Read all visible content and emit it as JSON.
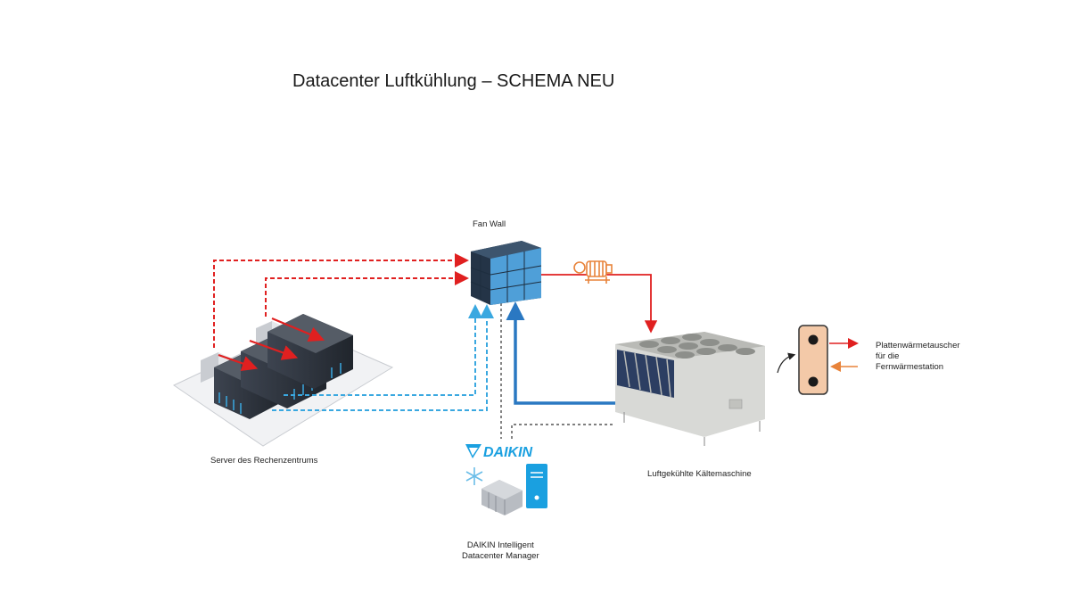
{
  "title": "Datacenter Luftkühlung – SCHEMA NEU",
  "labels": {
    "fan_wall": "Fan Wall",
    "servers": "Server des Rechenzentrums",
    "chiller": "Luftgekühlte Kältemaschine",
    "manager_line1": "DAIKIN Intelligent",
    "manager_line2": "Datacenter Manager",
    "hx_line1": "Plattenwärmetauscher",
    "hx_line2": "für die",
    "hx_line3": "Fernwärmestation",
    "daikin_logo": "DAIKIN"
  },
  "colors": {
    "hot_air": "#e02020",
    "cold_air": "#3aa8e0",
    "chilled_water": "#2a78c2",
    "control": "#333333",
    "heat_recovery_out": "#e02020",
    "heat_recovery_in": "#e8833a",
    "daikin_blue": "#1aa0e0",
    "hx_body": "#f3c9a8"
  },
  "icons": [
    "server-rack-icon",
    "fan-wall-icon",
    "pump-motor-icon",
    "chiller-icon",
    "heat-exchanger-icon",
    "daikin-logo",
    "control-pc-icon",
    "snowflake-icon"
  ]
}
